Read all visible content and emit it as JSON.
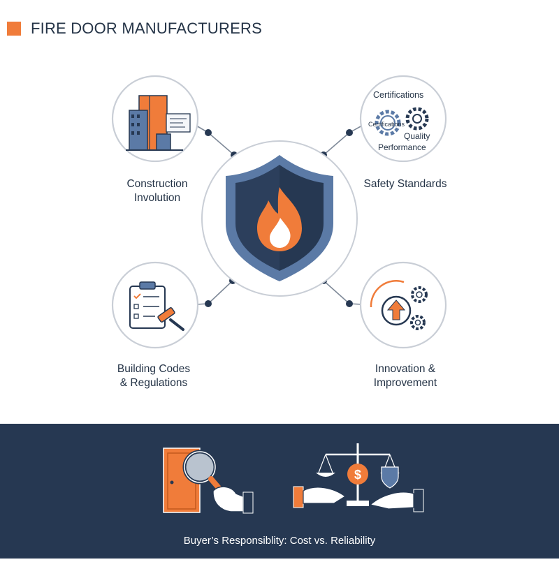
{
  "header": {
    "title": "FIRE DOOR MANUFACTURERS"
  },
  "nodes": {
    "construction": {
      "label_line1": "Construction",
      "label_line2": "Involution"
    },
    "safety": {
      "label": "Safety Standards",
      "icon_text": {
        "top": "Certifications",
        "gear": "Certifications",
        "quality": "Quality",
        "performance": "Performance"
      }
    },
    "building": {
      "label_line1": "Building Codes",
      "label_line2": "& Regulations"
    },
    "innovation": {
      "label_line1": "Innovation &",
      "label_line2": "Improvement"
    }
  },
  "footer": {
    "caption": "Buyer’s Responsiblity: Cost vs. Reliability"
  },
  "colors": {
    "navy": "#263852",
    "orange": "#f07c3a",
    "steel": "#5b7aa6",
    "light_circle": "#c9ced6"
  }
}
